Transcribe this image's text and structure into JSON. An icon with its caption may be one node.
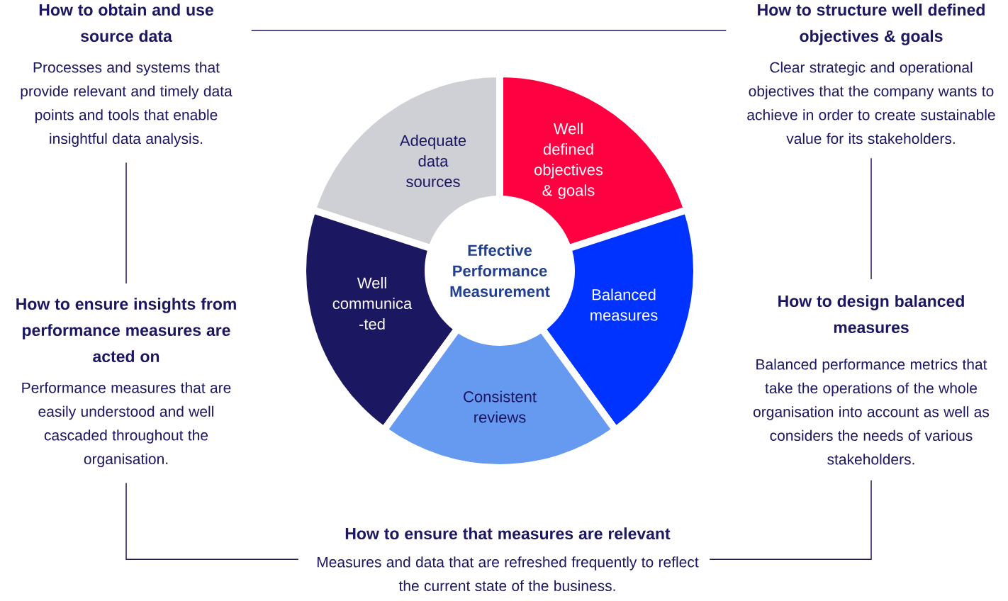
{
  "diagram": {
    "nodes": [
      {
        "text": [
          "How to obtain and use source data",
          "Processes and systems that provide relevant and timely data points and tools that enable insightful data analysis."
        ]
      },
      {
        "text": [
          "How to structure well defined objectives & goals",
          "Clear strategic and operational objectives that the company wants to achieve in order to create sustainable value for its stakeholders."
        ]
      },
      {
        "text": [
          "Adequate data sources"
        ]
      },
      {
        "text": [
          "Well defined objectives & goals"
        ]
      },
      {
        "text": [
          "Effective Performance Measurement"
        ]
      },
      {
        "text": [
          "Well communica -ted"
        ]
      },
      {
        "text": [
          "Balanced measures"
        ]
      },
      {
        "text": [
          "How to ensure insights from performance measures are acted on",
          "Performance measures that are easily understood and well cascaded throughout the organisation."
        ]
      },
      {
        "text": [
          "How to design balanced measures",
          "Balanced performance metrics that take the operations of the whole organisation into account as well as considers the needs of various stakeholders."
        ]
      },
      {
        "text": [
          "Consistent reviews"
        ]
      },
      {
        "text": [
          "How to ensure that measures are relevant",
          "Measures and data that are refreshed frequently to reflect the current state of the business."
        ]
      }
    ],
    "edges": [
      {
        "from": 0,
        "to": 1,
        "arrow": "none"
      },
      {
        "from": 0,
        "to": 7,
        "arrow": "none"
      },
      {
        "from": 7,
        "to": 10,
        "arrow": "none"
      },
      {
        "from": 10,
        "to": 8,
        "arrow": "none"
      },
      {
        "from": 8,
        "to": 1,
        "arrow": "none"
      }
    ]
  }
}
